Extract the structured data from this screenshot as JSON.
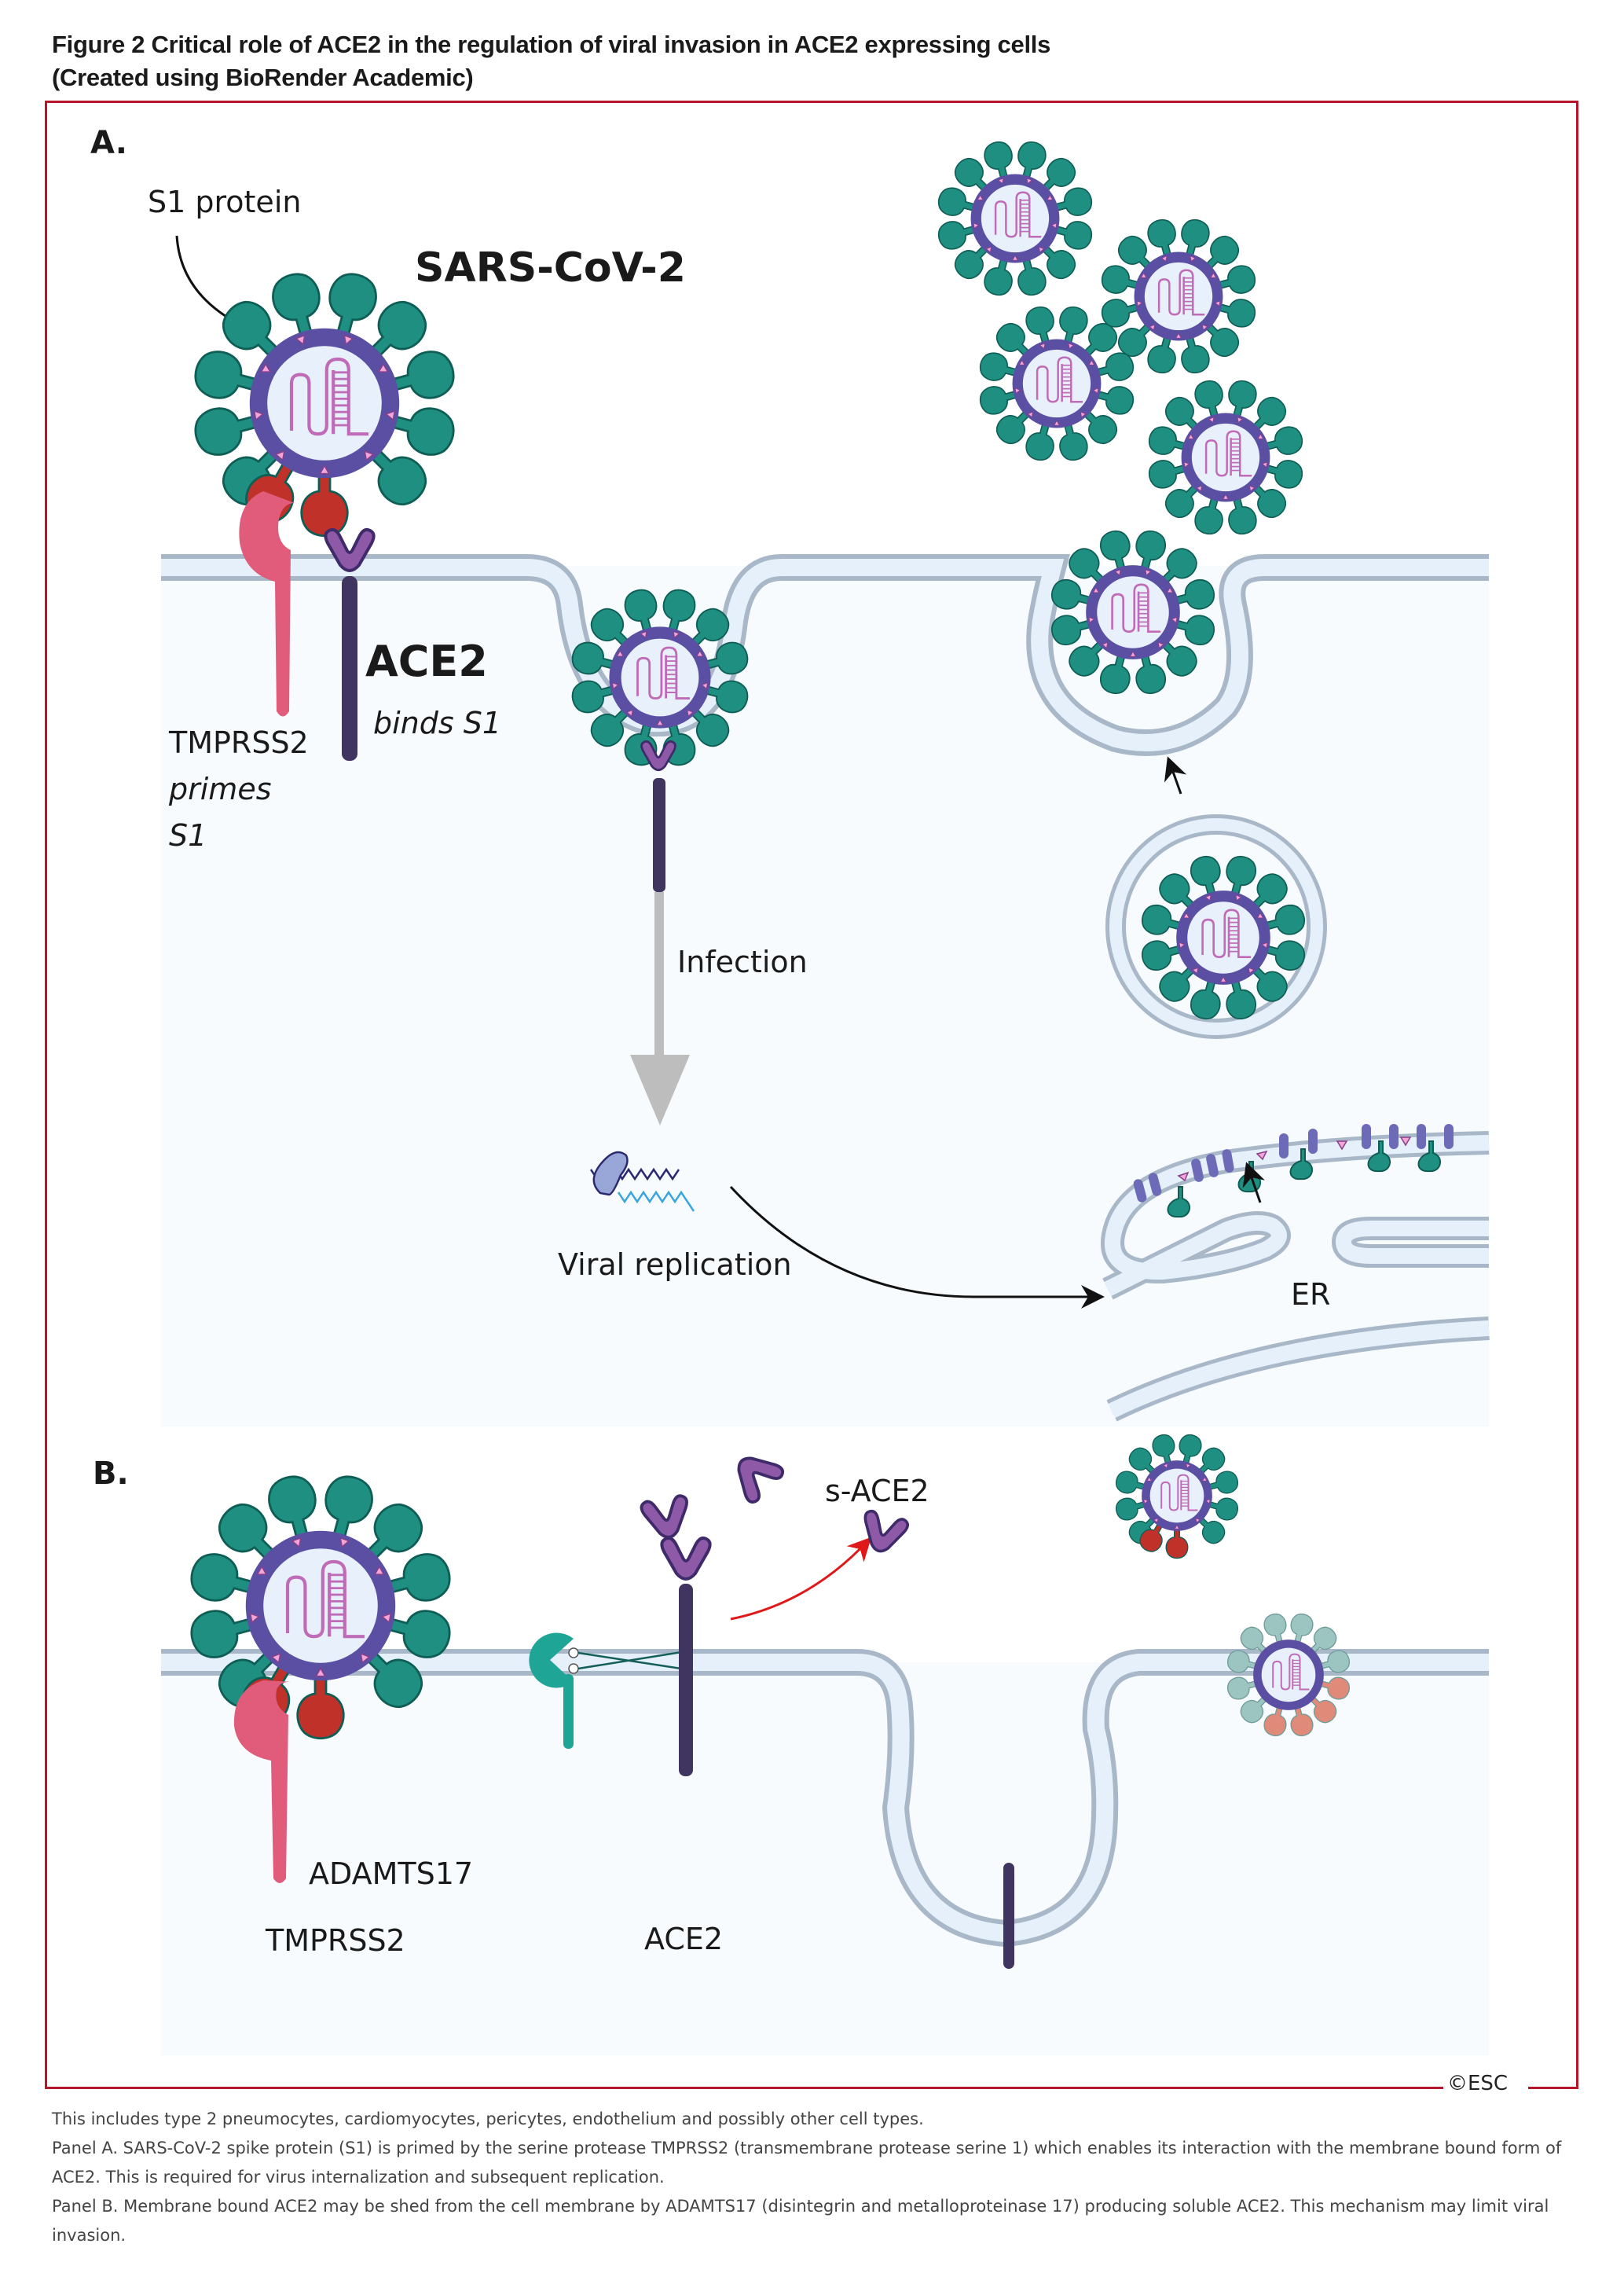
{
  "figure": {
    "title_line1": "Figure 2 Critical role of ACE2 in the regulation of viral invasion in ACE2 expressing cells",
    "title_line2": "(Created using BioRender Academic)",
    "copyright": "©ESC"
  },
  "panel_a": {
    "label": "A.",
    "s1_protein": "S1 protein",
    "virus_name": "SARS-CoV-2",
    "ace2": "ACE2",
    "binds_s1": "binds S1",
    "tmprss2": "TMPRSS2",
    "primes": "primes",
    "s1": "S1",
    "infection": "Infection",
    "viral_replication": "Viral replication",
    "er": "ER"
  },
  "panel_b": {
    "label": "B.",
    "s_ace2": "s-ACE2",
    "adamts17": "ADAMTS17",
    "ace2": "ACE2",
    "tmprss2": "TMPRSS2"
  },
  "caption": [
    "This includes type 2 pneumocytes, cardiomyocytes, pericytes, endothelium and possibly other cell types.",
    "Panel A. SARS-CoV-2 spike protein (S1) is primed by the serine protease TMPRSS2 (transmembrane protease serine 1) which enables its interaction with the membrane bound form of ACE2. This is required for virus internalization and subsequent replication.",
    "Panel B. Membrane bound ACE2 may be shed from the cell membrane by ADAMTS17 (disintegrin and metalloproteinase 17) producing soluble ACE2. This mechanism may limit viral invasion."
  ],
  "colors": {
    "frame": "#b5162b",
    "spike": "#1f8f82",
    "envelope": "#5b4fa3",
    "capsid_fill": "#e8f1fb",
    "rna": "#c06bb8",
    "ace2_head": "#8e5aa8",
    "ace2_stalk": "#3f3560",
    "tmprss2": "#e05c7a",
    "primed_spike": "#c0312a",
    "membrane_edge": "#a8b8c8",
    "membrane_fill": "#e6f0fa",
    "cytoplasm": "#f7fbfe",
    "arrow_red": "#e01818",
    "arrow_grey": "#bdbdbd",
    "adamts17": "#1fa596"
  }
}
